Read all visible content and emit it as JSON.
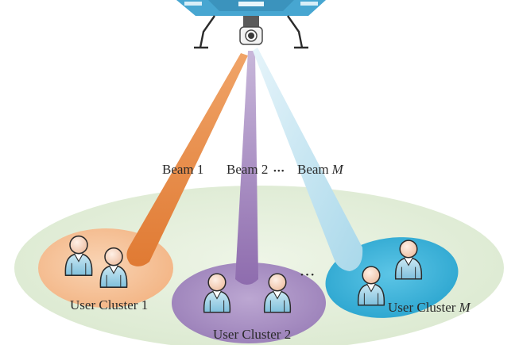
{
  "beams": {
    "beam_1": "Beam 1",
    "beam_2": "Beam 2",
    "ellipsis": "•••",
    "beam_m_prefix": "Beam",
    "beam_m_index": "M"
  },
  "clusters": {
    "cluster_1": "User Cluster 1",
    "cluster_2": "User Cluster 2",
    "cluster_m_prefix": "User Cluster",
    "cluster_m_index": "M",
    "between_ellipsis": "• • •"
  },
  "colors": {
    "ground": "#e3eedb",
    "cluster_1": "#f6c49c",
    "cluster_2": "#a68cc0",
    "cluster_m": "#37b3d9",
    "beam_1": "#e07a33",
    "beam_2": "#8e6cae",
    "beam_m": "#a9d8ea",
    "uav_body": "#47a6d1",
    "user_body": "#a9d6ea",
    "user_skin": "#f7d7c2"
  },
  "icons": {
    "uav": "uav-drone-icon",
    "user": "user-person-icon"
  }
}
